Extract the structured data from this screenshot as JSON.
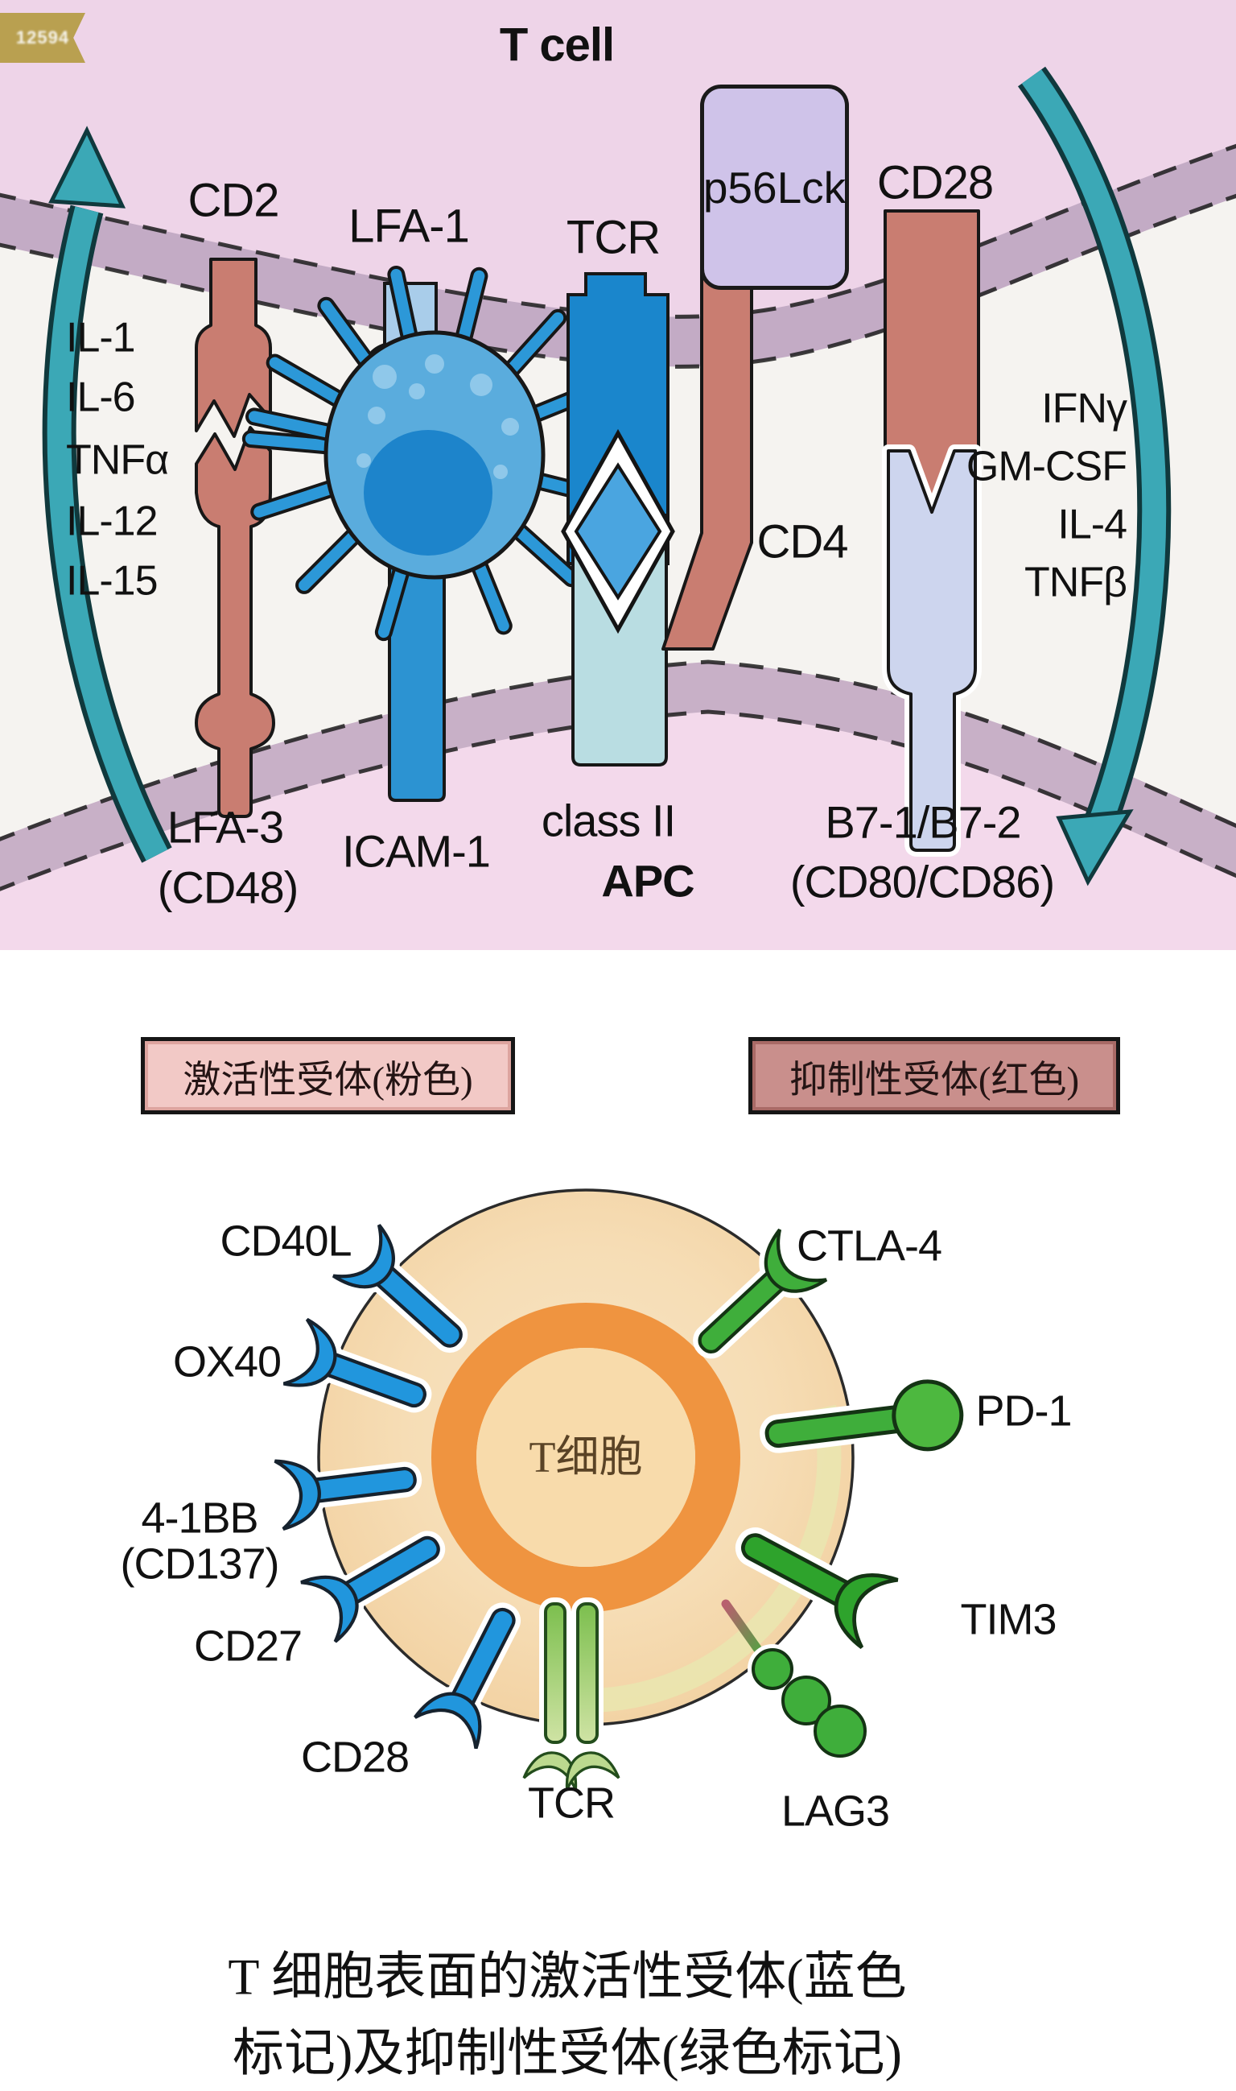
{
  "watermark": "12594",
  "top_panel": {
    "t_cell_label": "T cell",
    "apc_label": "APC",
    "p56lck": "p56Lck",
    "cd2": "CD2",
    "lfa1": "LFA-1",
    "tcr": "TCR",
    "cd28": "CD28",
    "cd4": "CD4",
    "lfa3": "LFA-3",
    "lfa3_sub": "(CD48)",
    "icam1": "ICAM-1",
    "class_ii": "class II",
    "b7": "B7-1/B7-2",
    "b7_sub": "(CD80/CD86)",
    "left_cytokines": [
      "IL-1",
      "IL-6",
      "TNFα",
      "IL-12",
      "IL-15"
    ],
    "right_cytokines": [
      "IFNγ",
      "GM-CSF",
      "IL-4",
      "TNFβ"
    ]
  },
  "bottom_panel": {
    "legend": {
      "activating": "激活性受体(粉色)",
      "inhibitory": "抑制性受体(红色)"
    },
    "cell_label": "T细胞",
    "activating_receptors": {
      "cd40l": "CD40L",
      "ox40": "OX40",
      "bb41": "4-1BB",
      "bb41_sub": "(CD137)",
      "cd27": "CD27",
      "cd28": "CD28",
      "tcr": "TCR"
    },
    "inhibitory_receptors": {
      "ctla4": "CTLA-4",
      "pd1": "PD-1",
      "tim3": "TIM3",
      "lag3": "LAG3"
    },
    "caption_line1": "T 细胞表面的激活性受体(蓝色",
    "caption_line2": "标记)及抑制性受体(绿色标记)"
  },
  "colors": {
    "activating_blue": "#2196dd",
    "inhibitory_green": "#3fae3b",
    "salmon_receptor": "#c97d71",
    "teal_arrow": "#3ba8b6",
    "t_cell_pink": "#eed4e8",
    "apc_pink": "#f3d9eb",
    "legend_pink": "#f2c9c6",
    "legend_red": "#c98f8c"
  }
}
